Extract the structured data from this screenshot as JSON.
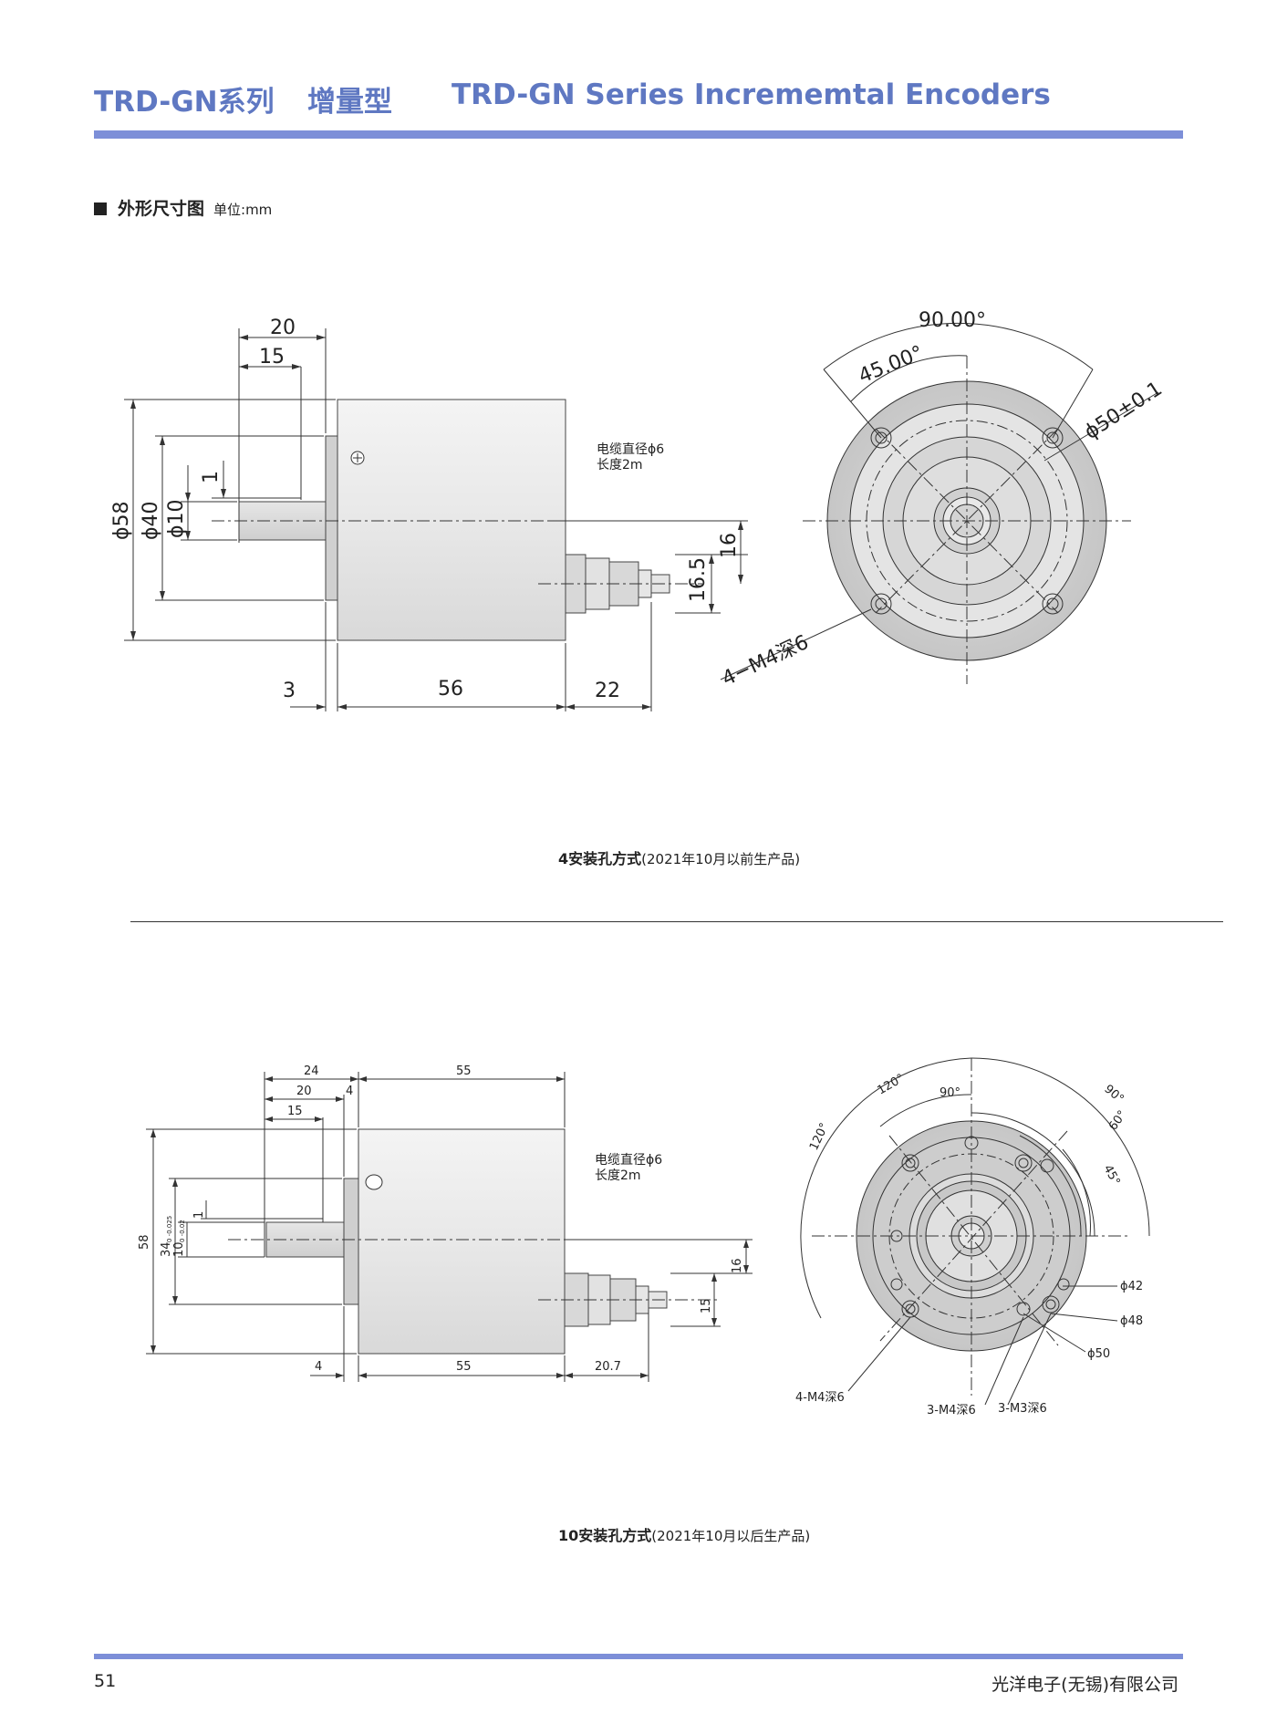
{
  "header": {
    "title_cn": "TRD-GN系列",
    "type_cn": "增量型",
    "title_en": "TRD-GN Series Incrememtal  Encoders"
  },
  "section": {
    "title": "外形尺寸图",
    "unit": "单位:mm"
  },
  "drawing1": {
    "dims": {
      "d20": "20",
      "d15": "15",
      "d58": "ϕ58",
      "d40": "ϕ40",
      "d10": "ϕ10",
      "d1": "1",
      "d3": "3",
      "d56": "56",
      "d22": "22",
      "d16": "16",
      "d16_5": "16.5",
      "a90": "90.00°",
      "a45": "45.00°",
      "d50": "ϕ50±0.1",
      "holes": "4−M4深6"
    },
    "cable_line1": "电缆直径ϕ6",
    "cable_line2": "长度2m",
    "caption_main": "4安装孔方式",
    "caption_note": "(2021年10月以前生产品)"
  },
  "drawing2": {
    "dims": {
      "d24": "24",
      "d55_top": "55",
      "d20": "20",
      "d4_top": "4",
      "d15": "15",
      "d58": "58",
      "d34": "34",
      "d34_tol": "0\n-0.025",
      "d10": "10",
      "d10_tol": "0\n-0.02",
      "d1": "1",
      "d4_bot": "4",
      "d55_bot": "55",
      "d20_7": "20.7",
      "d16": "16",
      "d15_right": "15",
      "a120_a": "120°",
      "a120_b": "120°",
      "a90_a": "90°",
      "a90_b": "90°",
      "a60": "60°",
      "a45": "45°",
      "d42": "ϕ42",
      "d48": "ϕ48",
      "d50": "ϕ50",
      "h1": "4-M4深6",
      "h2": "3-M4深6",
      "h3": "3-M3深6"
    },
    "cable_line1": "电缆直径ϕ6",
    "cable_line2": "长度2m",
    "caption_main": "10安装孔方式",
    "caption_note": "(2021年10月以后生产品)"
  },
  "footer": {
    "page": "51",
    "company": "光洋电子(无锡)有限公司"
  }
}
